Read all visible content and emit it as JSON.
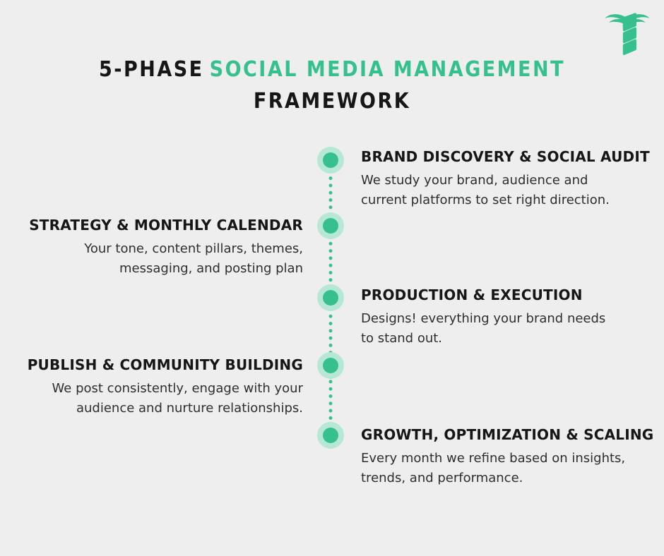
{
  "colors": {
    "background": "#eeeeee",
    "accent": "#35c08e",
    "accent_light": "#b6e8d5",
    "heading_text": "#161616",
    "body_text": "#2e2e2e"
  },
  "title": {
    "prefix": "5-PHASE",
    "highlight": "SOCIAL MEDIA MANAGEMENT",
    "line2": "FRAMEWORK"
  },
  "logo": {
    "name": "trunk-tree-logo"
  },
  "phases": [
    {
      "side": "right",
      "heading": "BRAND DISCOVERY & SOCIAL AUDIT",
      "body": [
        "We study your brand, audience and",
        "current platforms to set right direction."
      ]
    },
    {
      "side": "left",
      "heading": "STRATEGY & MONTHLY CALENDAR",
      "body": [
        "Your tone, content pillars, themes,",
        "messaging, and posting plan"
      ]
    },
    {
      "side": "right",
      "heading": "PRODUCTION & EXECUTION",
      "body": [
        "Designs! everything your brand needs",
        "to stand out."
      ]
    },
    {
      "side": "left",
      "heading": "PUBLISH & COMMUNITY BUILDING",
      "body": [
        "We post consistently, engage with your",
        "audience and nurture relationships."
      ]
    },
    {
      "side": "right",
      "heading": "GROWTH, OPTIMIZATION & SCALING",
      "body": [
        "Every month we refine based on insights,",
        "trends, and performance."
      ]
    }
  ]
}
